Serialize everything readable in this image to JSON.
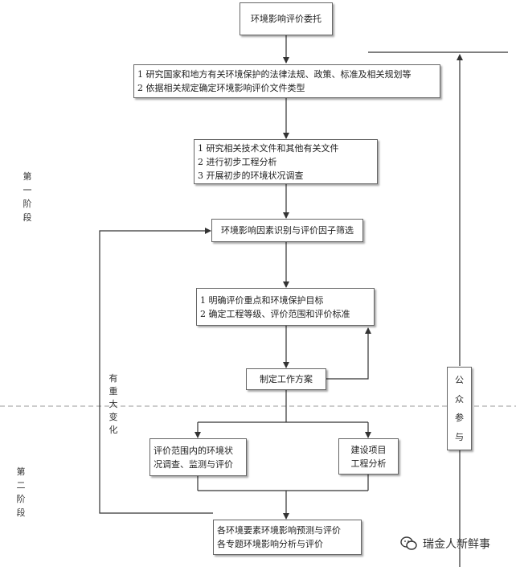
{
  "boxes": {
    "commission": "环境影响评价委托",
    "study": {
      "line1": "1 研究国家和地方有关环境保护的法律法规、政策、标准及相关规划等",
      "line2": "2 依据相关规定确定环境影响评价文件类型"
    },
    "technical": {
      "line1": "1 研究相关技术文件和其他有关文件",
      "line2": "2 进行初步工程分析",
      "line3": "3 开展初步的环境状况调查"
    },
    "factor_screening": "环境影响因素识别与评价因子筛选",
    "focus": {
      "line1": "1 明确评价重点和环境保护目标",
      "line2": "2 确定工程等级、评价范围和评价标准"
    },
    "work_plan": "制定工作方案",
    "env_survey": {
      "line1": "评价范围内的环境状",
      "line2": "况调查、监测与评价"
    },
    "project_analysis": {
      "line1": "建设项目",
      "line2": "工程分析"
    },
    "prediction": {
      "line1": "各环境要素环境影响预测与评价",
      "line2": "各专题环境影响分析与评价"
    },
    "public": [
      "公",
      "众",
      "参",
      "与"
    ]
  },
  "stages": {
    "first": [
      "第",
      "一",
      "阶",
      "段"
    ],
    "second": [
      "第",
      "二",
      "阶",
      "段"
    ]
  },
  "side_label": [
    "有",
    "重",
    "大",
    "变",
    "化"
  ],
  "watermark": "瑞金人新鲜事",
  "colors": {
    "line": "#333333",
    "dash": "#999999",
    "border": "#666666"
  }
}
